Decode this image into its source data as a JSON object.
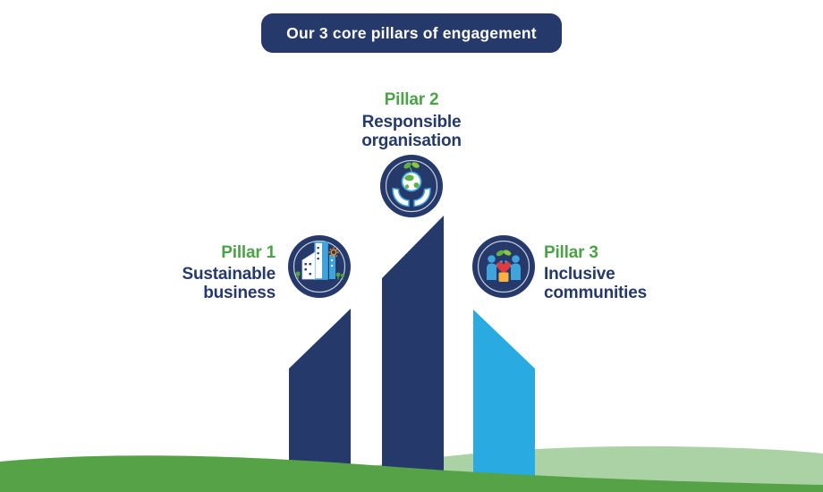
{
  "title_banner": {
    "label": "Our 3 core pillars of engagement"
  },
  "pillars": [
    {
      "label": "Pillar 1",
      "name_lines": [
        "Sustainable",
        "business"
      ],
      "icon": "sustainable-city-icon",
      "pillar_color": "#253A6B"
    },
    {
      "label": "Pillar 2",
      "name_lines": [
        "Responsible",
        "organisation"
      ],
      "icon": "hands-holding-globe-icon",
      "pillar_color": "#253A6B"
    },
    {
      "label": "Pillar 3",
      "name_lines": [
        "Inclusive",
        "communities"
      ],
      "icon": "people-sharing-icon",
      "pillar_color": "#29ABE2"
    }
  ],
  "colors": {
    "navy": "#253A6B",
    "text_navy": "#253A6B",
    "light_blue": "#29ABE2",
    "icon_blue": "#3FA3DC",
    "green_text": "#4CA347",
    "hill_green": "#55A346",
    "hill_light": "#ABD2A4",
    "leaf_green": "#62B146",
    "leaf_light": "#8CC63F",
    "sun_orange": "#F7941D",
    "heart_red": "#E03A3E",
    "box_yellow": "#FBB040"
  }
}
